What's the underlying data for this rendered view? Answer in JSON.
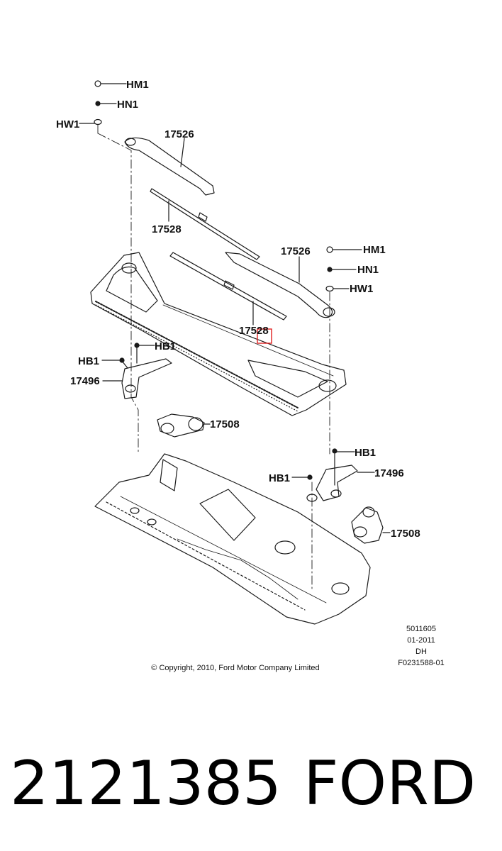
{
  "callouts": {
    "hm1_left": "HM1",
    "hn1_left": "HN1",
    "hw1_left": "HW1",
    "arm_left": "17526",
    "blade_left": "17528",
    "arm_right": "17526",
    "hm1_right": "HM1",
    "hn1_right": "HN1",
    "hw1_right": "HW1",
    "blade_right": "17528",
    "hb1_left_a": "HB1",
    "hb1_left_b": "HB1",
    "bracket_left": "17496",
    "motor_left": "17508",
    "hb1_right_a": "HB1",
    "hb1_right_b": "HB1",
    "bracket_right": "17496",
    "motor_right": "17508"
  },
  "notes": {
    "copyright": "© Copyright, 2010, Ford Motor Company Limited",
    "code_1": "5011605",
    "code_2": "01-2011",
    "code_3": "DH",
    "code_4": "F0231588-01"
  },
  "footer": {
    "part_number": "2121385",
    "brand": "FORD"
  },
  "colors": {
    "line": "#1a1a1a",
    "highlight": "#e02020"
  }
}
